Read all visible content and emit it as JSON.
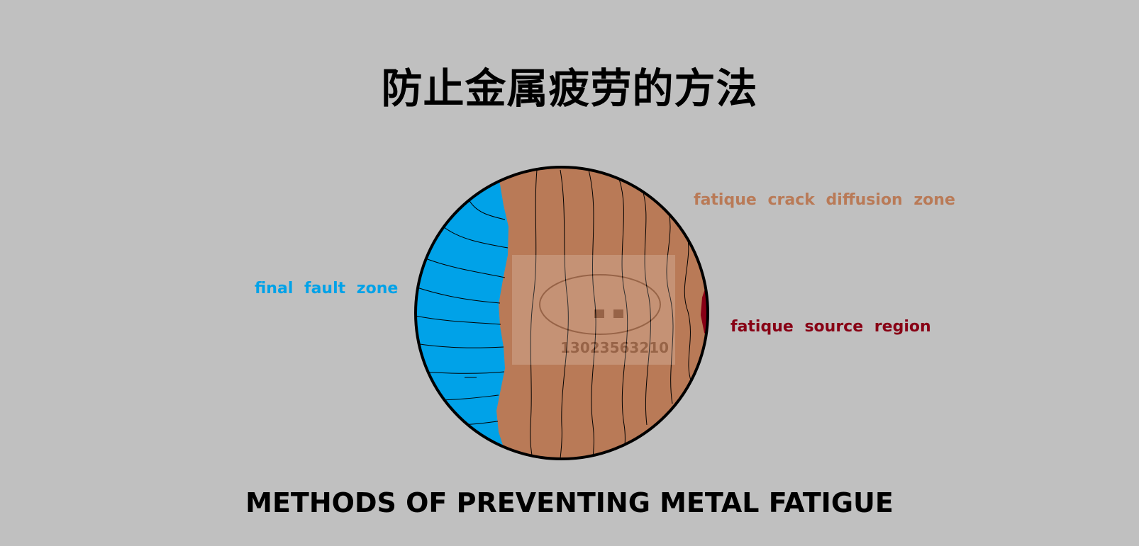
{
  "title_cn": "防止金属疲劳的方法",
  "title_en": "METHODS OF PREVENTING METAL FATIGUE",
  "labels": {
    "final_fault_zone": "final  fault  zone",
    "crack_diffusion_zone": "fatique  crack  diffusion  zone",
    "source_region": "fatique  source  region"
  },
  "watermark": "13023563210",
  "colors": {
    "background": "#c0c0c0",
    "final_fault_zone": "#00a2e8",
    "crack_diffusion_zone": "#b97a57",
    "source_region": "#880015",
    "outline": "#000000"
  }
}
